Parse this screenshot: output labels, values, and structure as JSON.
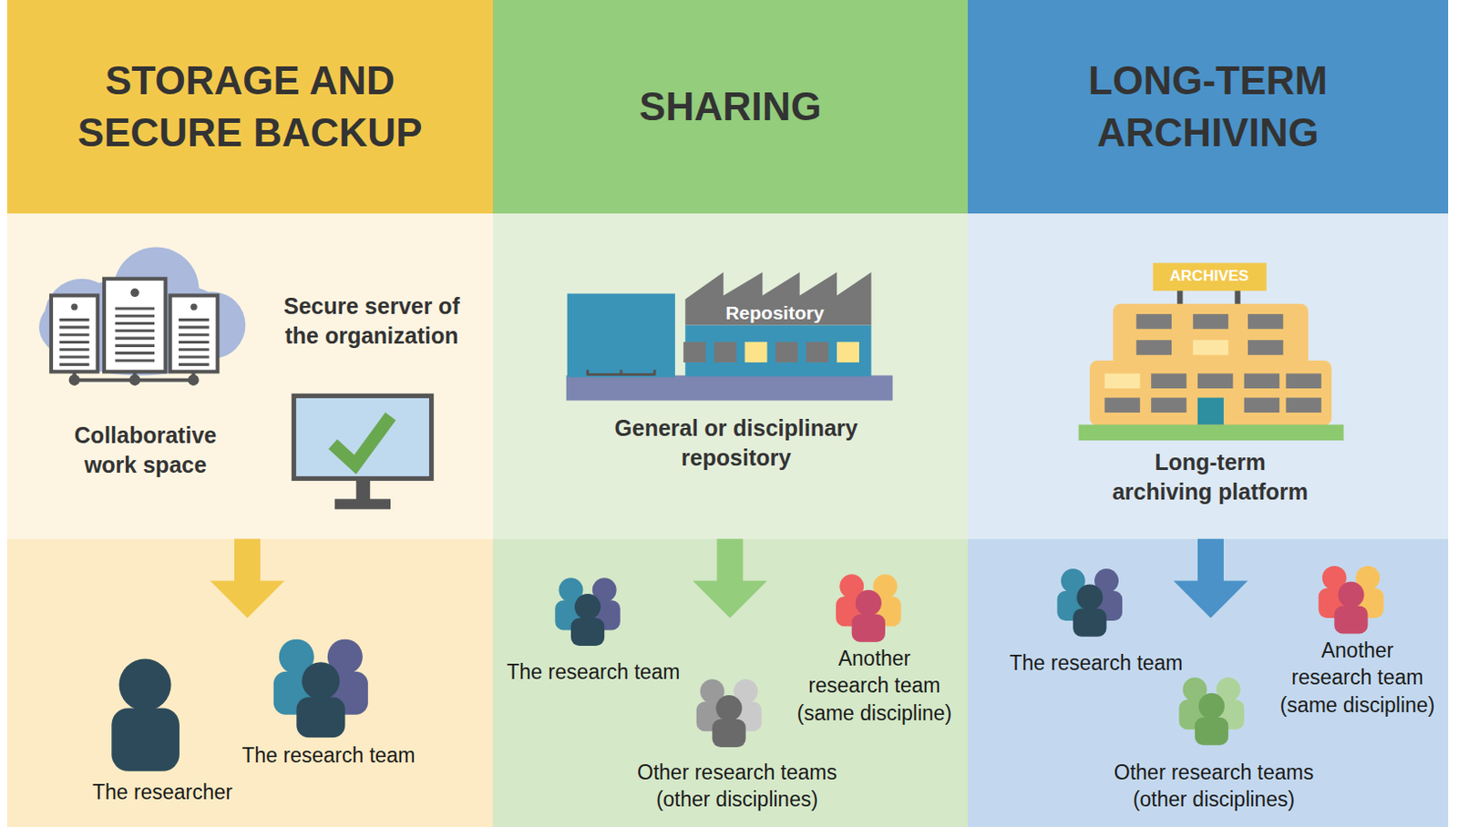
{
  "diagram": {
    "nodes": [
      {
        "text": [
          "STORAGE AND SECURE BACKUP"
        ]
      },
      {
        "text": [
          "SHARING"
        ]
      },
      {
        "text": [
          "LONG-TERM ARCHIVING"
        ]
      },
      {
        "text": [
          "Secure server of the organization",
          "Collaborative work space"
        ]
      },
      {
        "text": [
          "Repository",
          "General or disciplinary repository"
        ]
      },
      {
        "text": [
          "ARCHIVES",
          "Long-term archiving platform"
        ]
      },
      {
        "text": [
          "The researcher",
          "The research team"
        ]
      },
      {
        "text": [
          "The research team",
          "Another research team (same discipline)",
          "Other research teams (other disciplines)"
        ]
      },
      {
        "text": [
          "The research team",
          "Another research team (same discipline)",
          "Other research teams (other disciplines)"
        ]
      }
    ]
  }
}
